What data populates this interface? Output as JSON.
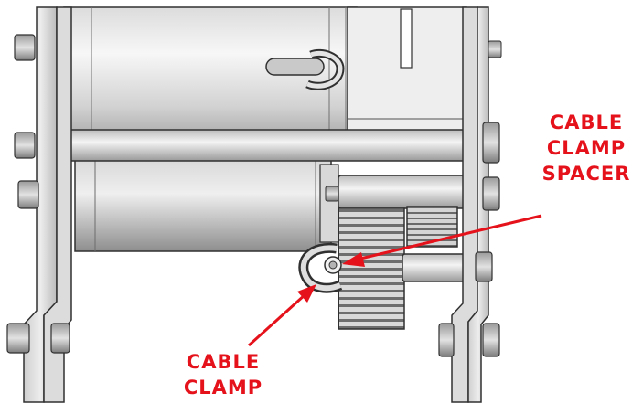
{
  "callouts": {
    "cable_clamp_spacer": {
      "line1": "CABLE",
      "line2": "CLAMP",
      "line3": "SPACER"
    },
    "cable_clamp": {
      "line1": "CABLE",
      "line2": "CLAMP"
    }
  },
  "colors": {
    "callout_text": "#e5121b",
    "arrow": "#e5121b",
    "metal_light": "#e6e6e6",
    "metal_mid": "#c8c8c8",
    "metal_dark": "#8c8c8c",
    "outline": "#303030"
  }
}
